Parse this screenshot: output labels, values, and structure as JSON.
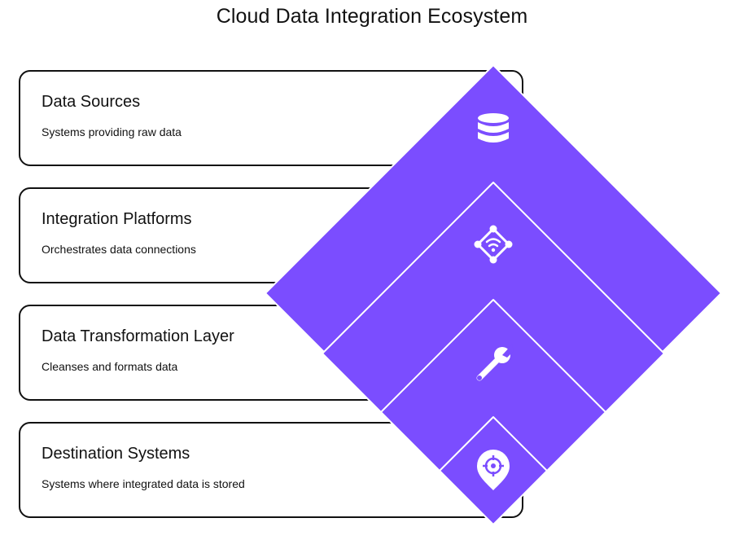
{
  "title": "Cloud Data Integration Ecosystem",
  "layers": [
    {
      "heading": "Data Sources",
      "description": "Systems providing raw data",
      "icon": "database-icon"
    },
    {
      "heading": "Integration Platforms",
      "description": "Orchestrates data connections",
      "icon": "network-hub-icon"
    },
    {
      "heading": "Data Transformation Layer",
      "description": "Cleanses and formats data",
      "icon": "wrench-icon"
    },
    {
      "heading": "Destination Systems",
      "description": "Systems where integrated data is stored",
      "icon": "location-target-icon"
    }
  ],
  "colors": {
    "accent": "#7b4dff",
    "stroke": "#ffffff",
    "text": "#111111"
  }
}
